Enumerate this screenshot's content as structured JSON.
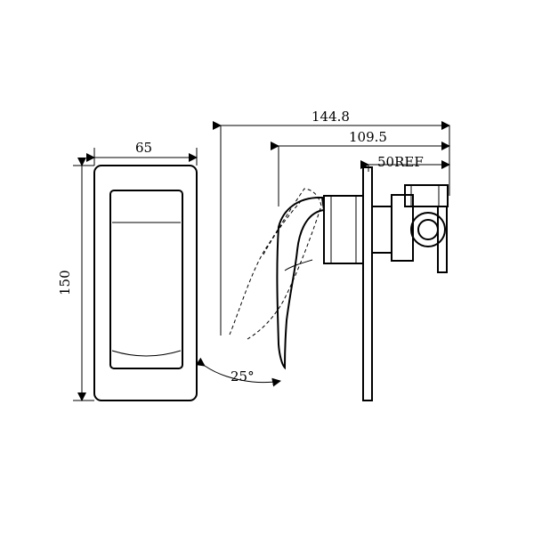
{
  "drawing": {
    "front_view": {
      "width_dimension": "65",
      "height_dimension": "150"
    },
    "side_view": {
      "overall_length_dimension": "144.8",
      "handle_length_dimension": "109.5",
      "reference_dimension": "50REF",
      "angle_dimension": "25°"
    },
    "colors": {
      "line": "#000000",
      "background": "#ffffff"
    }
  }
}
